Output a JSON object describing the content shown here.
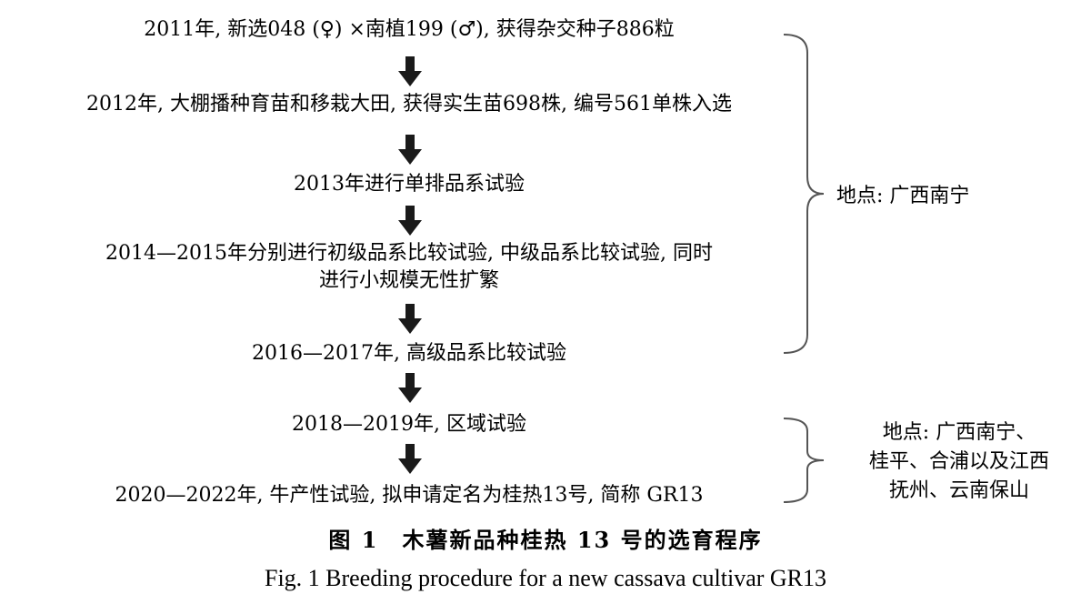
{
  "steps": [
    {
      "lines": [
        "2011年, 新选048 (♀) ×南植199 (♂), 获得杂交种子886粒"
      ]
    },
    {
      "lines": [
        "2012年, 大棚播种育苗和移栽大田, 获得实生苗698株, 编号561单株入选"
      ]
    },
    {
      "lines": [
        "2013年进行单排品系试验"
      ]
    },
    {
      "lines": [
        "2014—2015年分别进行初级品系比较试验, 中级品系比较试验, 同时",
        "进行小规模无性扩繁"
      ]
    },
    {
      "lines": [
        "2016—2017年, 高级品系比较试验"
      ]
    },
    {
      "lines": [
        "2018—2019年, 区域试验"
      ]
    },
    {
      "lines": [
        "2020—2022年, 牛产性试验, 拟申请定名为桂热13号, 简称 GR13"
      ]
    }
  ],
  "locations": [
    {
      "lines": [
        "地点: 广西南宁"
      ]
    },
    {
      "lines": [
        "地点: 广西南宁、",
        "桂平、合浦以及江西",
        "抚州、云南保山"
      ]
    }
  ],
  "caption": {
    "cn": "图 1　木薯新品种桂热 13 号的选育程序",
    "en": "Fig. 1    Breeding procedure for a new cassava cultivar GR13"
  }
}
